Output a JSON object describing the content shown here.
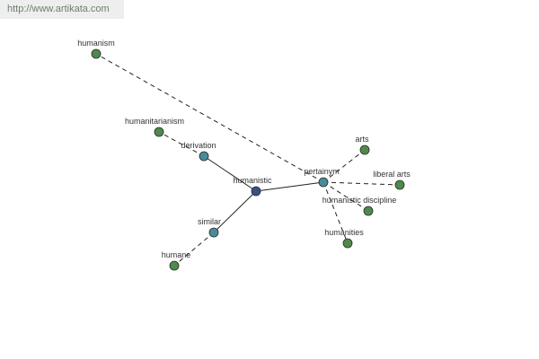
{
  "watermark": "http://www.artikata.com",
  "colors": {
    "center": "#3b4d8a",
    "relation": "#4a8a99",
    "leaf": "#4f8a4a"
  },
  "nodes": [
    {
      "id": "humanistic",
      "label": "humanistic",
      "kind": "center"
    },
    {
      "id": "derivation",
      "label": "derivation",
      "kind": "relation"
    },
    {
      "id": "similar",
      "label": "similar",
      "kind": "relation"
    },
    {
      "id": "pertainyms",
      "label": "pertainym",
      "kind": "relation"
    },
    {
      "id": "humanism",
      "label": "humanism",
      "kind": "leaf"
    },
    {
      "id": "humanitarianism",
      "label": "humanitarianism",
      "kind": "leaf"
    },
    {
      "id": "humane",
      "label": "humane",
      "kind": "leaf"
    },
    {
      "id": "arts",
      "label": "arts",
      "kind": "leaf"
    },
    {
      "id": "liberal_arts",
      "label": "liberal arts",
      "kind": "leaf"
    },
    {
      "id": "humanistic_discipline",
      "label": "humanistic discipline",
      "kind": "leaf"
    },
    {
      "id": "humanities",
      "label": "humanities",
      "kind": "leaf"
    }
  ],
  "edges": [
    {
      "from": "humanistic",
      "to": "derivation",
      "style": "solid"
    },
    {
      "from": "humanistic",
      "to": "similar",
      "style": "solid"
    },
    {
      "from": "humanistic",
      "to": "pertainyms",
      "style": "solid"
    },
    {
      "from": "derivation",
      "to": "humanitarianism",
      "style": "dashed"
    },
    {
      "from": "similar",
      "to": "humane",
      "style": "dashed"
    },
    {
      "from": "pertainyms",
      "to": "humanism",
      "style": "dashed"
    },
    {
      "from": "pertainyms",
      "to": "arts",
      "style": "dashed"
    },
    {
      "from": "pertainyms",
      "to": "liberal_arts",
      "style": "dashed"
    },
    {
      "from": "pertainyms",
      "to": "humanistic_discipline",
      "style": "dashed"
    },
    {
      "from": "pertainyms",
      "to": "humanities",
      "style": "dashed"
    }
  ]
}
